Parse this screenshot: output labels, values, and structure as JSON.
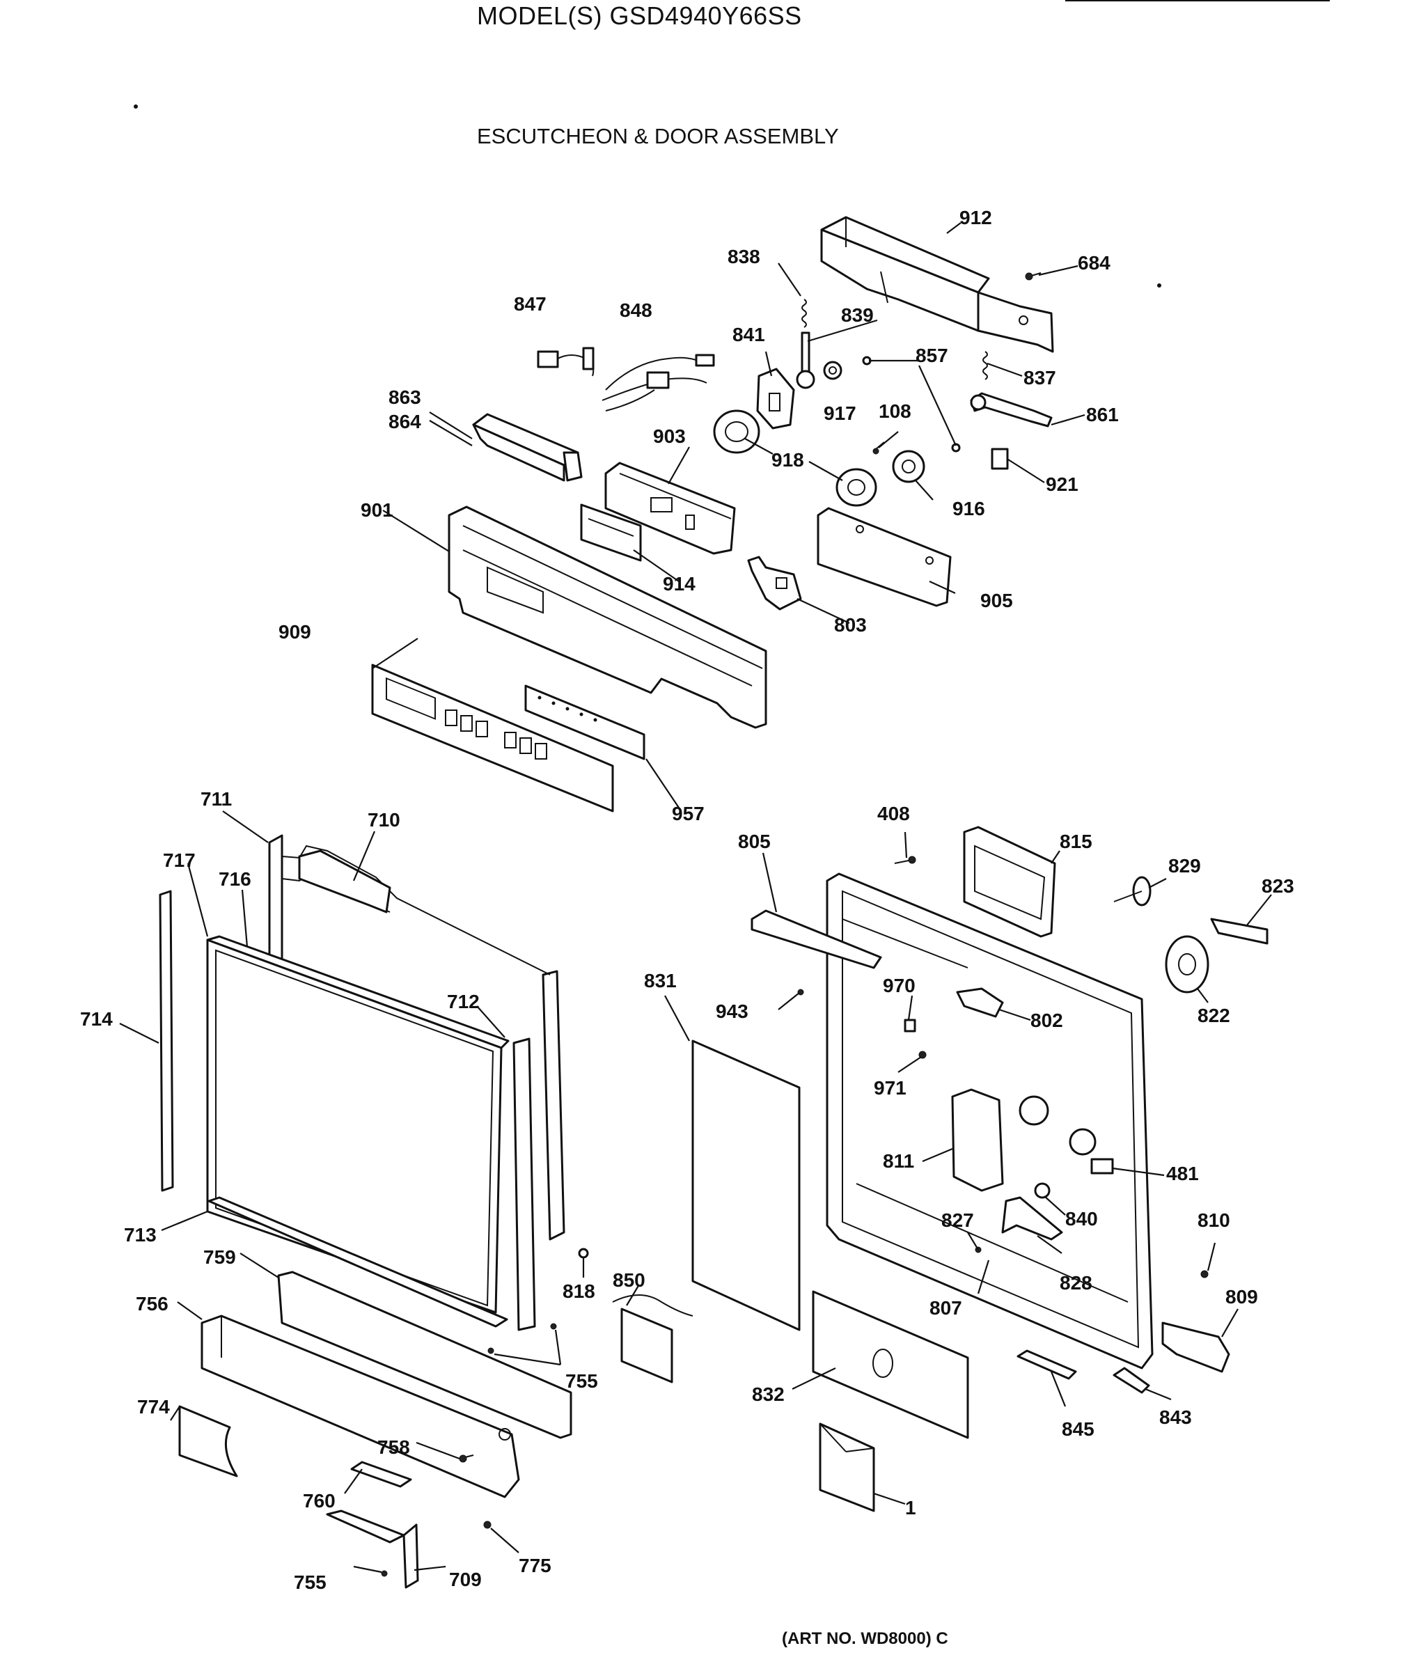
{
  "header": {
    "model": "MODEL(S) GSD4940Y66SS",
    "title": "ESCUTCHEON & DOOR ASSEMBLY",
    "art_no": "(ART NO. WD8000) C"
  },
  "callouts": [
    "912",
    "684",
    "838",
    "847",
    "848",
    "839",
    "841",
    "857",
    "837",
    "863",
    "864",
    "917",
    "108",
    "861",
    "903",
    "918",
    "921",
    "916",
    "901",
    "914",
    "905",
    "803",
    "909",
    "957",
    "711",
    "710",
    "717",
    "716",
    "714",
    "712",
    "713",
    "759",
    "756",
    "774",
    "758",
    "760",
    "709",
    "755",
    "775",
    "818",
    "850",
    "831",
    "832",
    "1",
    "805",
    "408",
    "815",
    "829",
    "823",
    "943",
    "970",
    "802",
    "822",
    "971",
    "811",
    "481",
    "827",
    "840",
    "810",
    "828",
    "807",
    "809",
    "845",
    "843"
  ]
}
